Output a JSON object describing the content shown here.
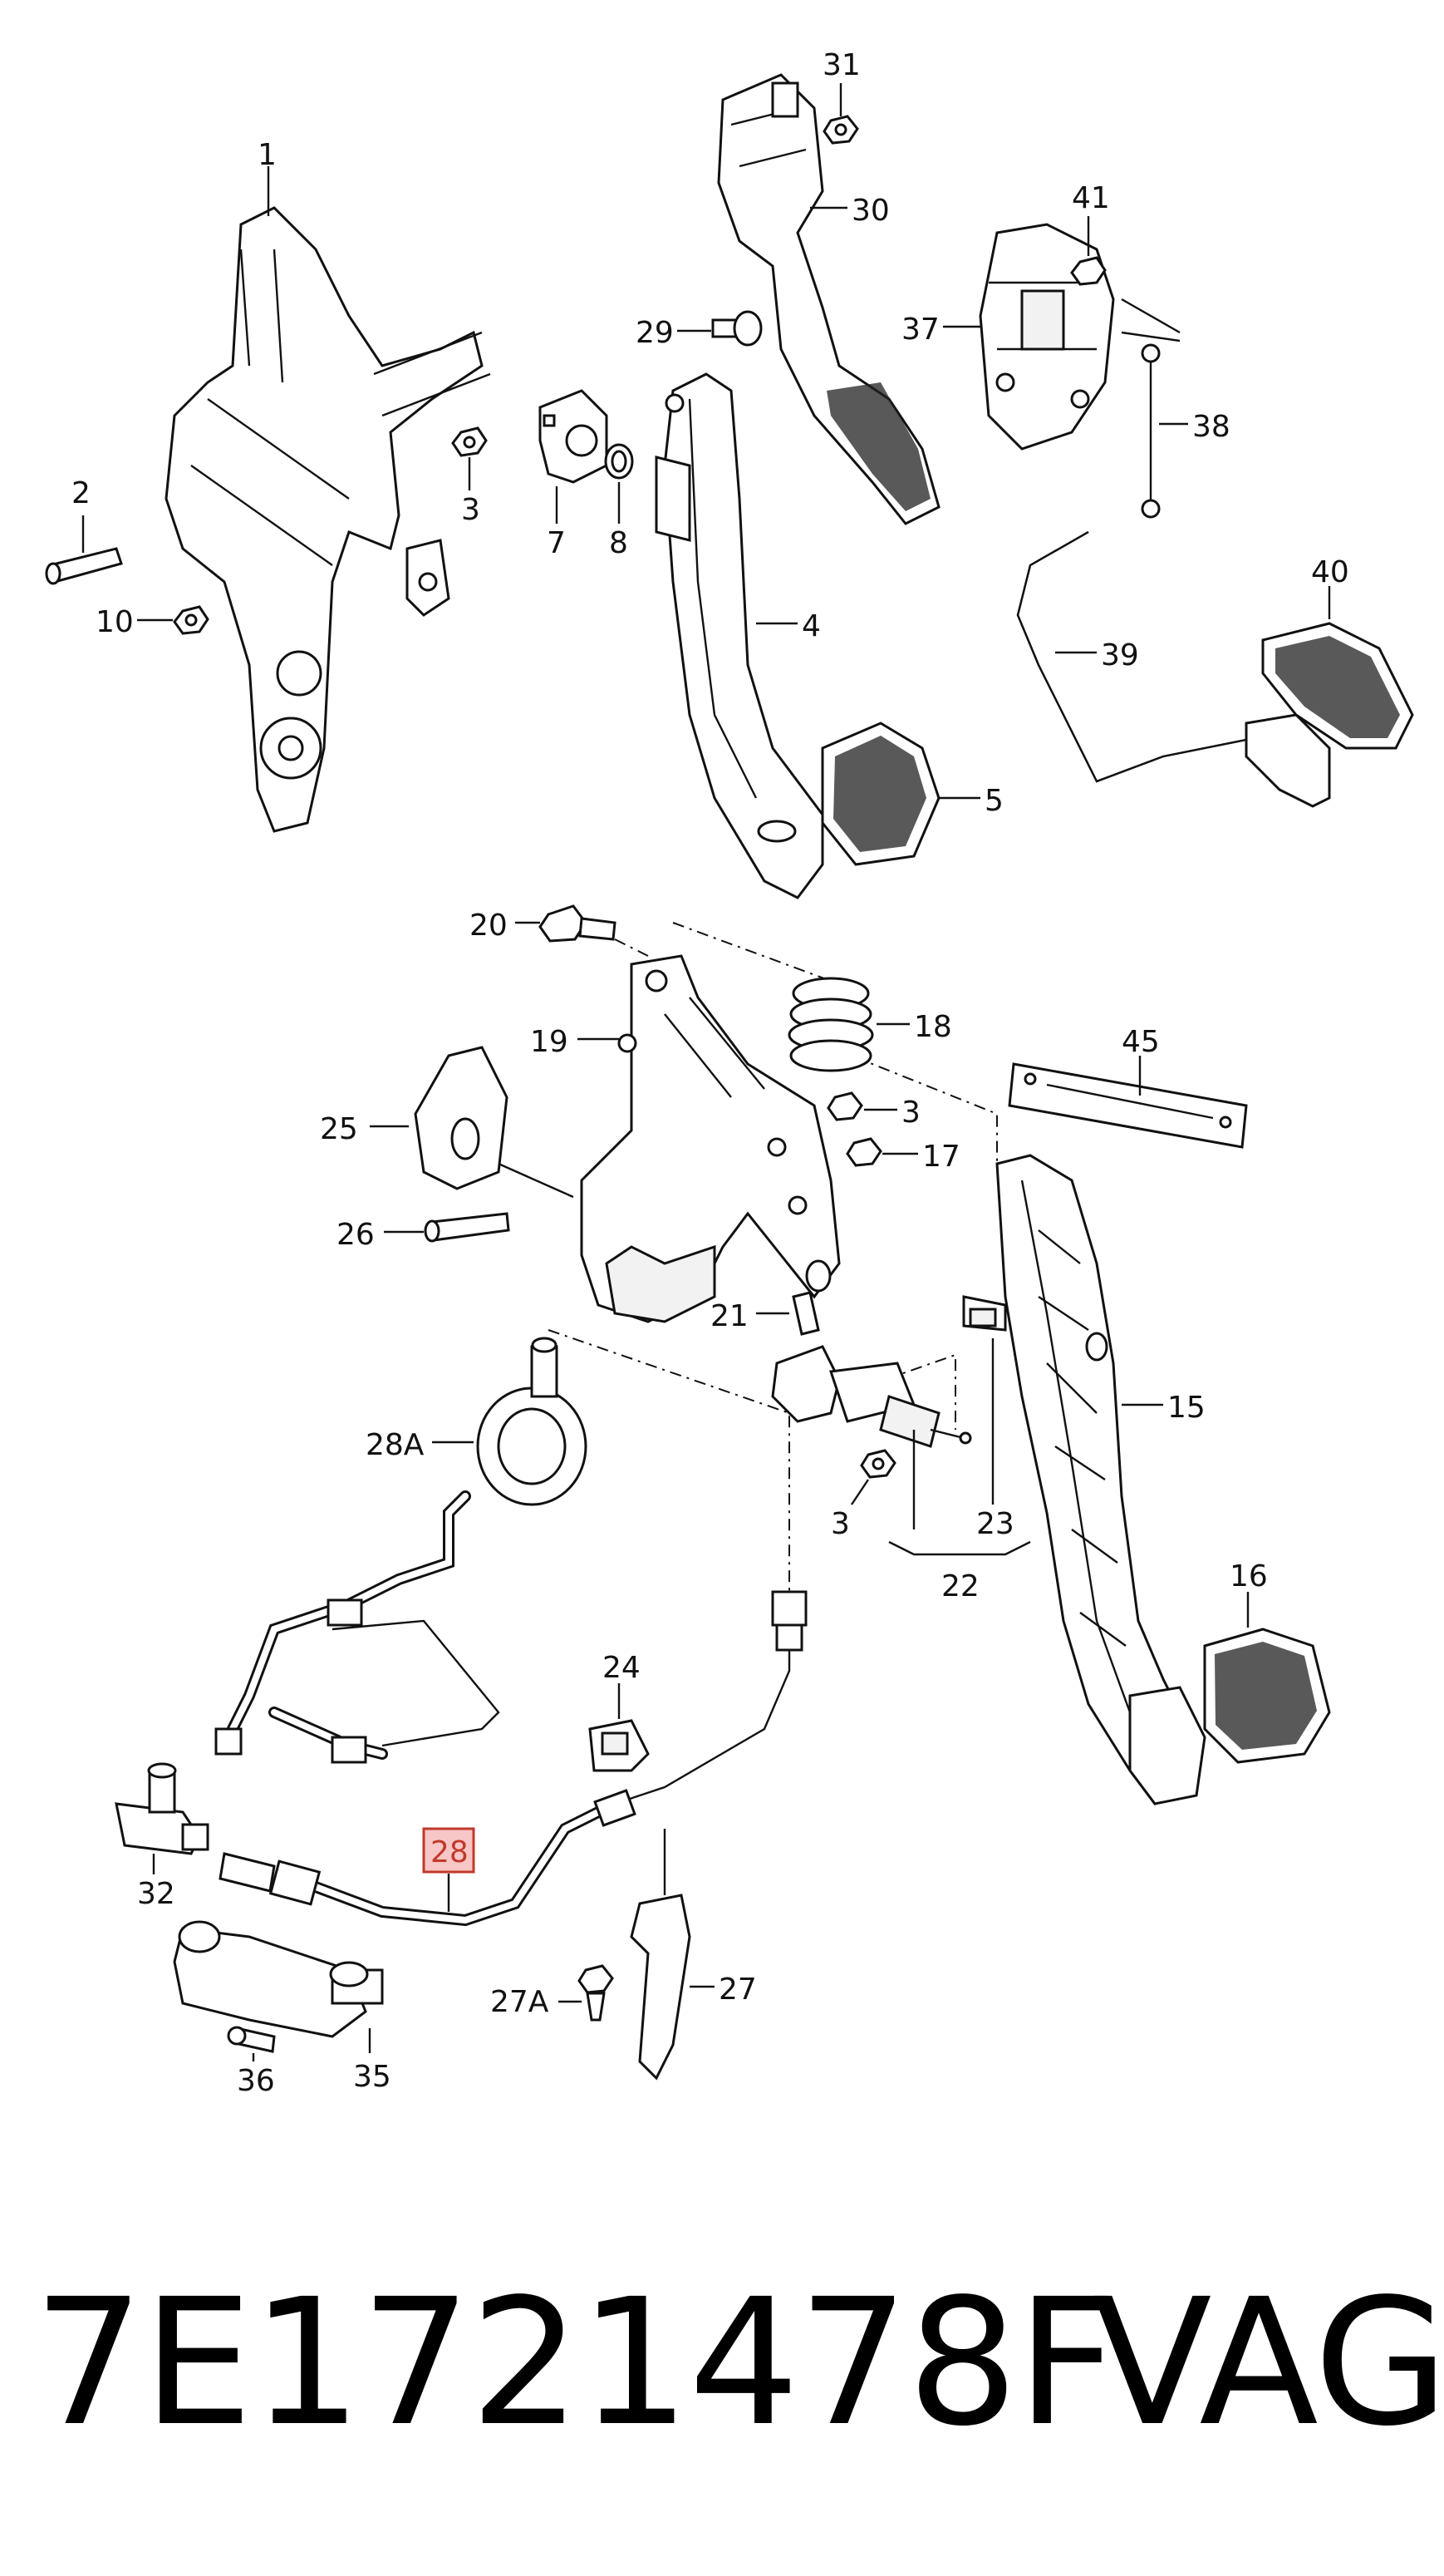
{
  "diagram": {
    "labels": {
      "l1": "1",
      "l2": "2",
      "l3a": "3",
      "l3b": "3",
      "l3c": "3",
      "l4": "4",
      "l5": "5",
      "l7": "7",
      "l8": "8",
      "l10": "10",
      "l15": "15",
      "l16": "16",
      "l17": "17",
      "l18": "18",
      "l19": "19",
      "l20": "20",
      "l21": "21",
      "l22": "22",
      "l23": "23",
      "l24": "24",
      "l25": "25",
      "l26": "26",
      "l27": "27",
      "l27a": "27A",
      "l28": "28",
      "l28a": "28A",
      "l29": "29",
      "l30": "30",
      "l31": "31",
      "l32": "32",
      "l35": "35",
      "l36": "36",
      "l37": "37",
      "l38": "38",
      "l39": "39",
      "l40": "40",
      "l41": "41",
      "l45": "45"
    },
    "highlight": {
      "label": "28",
      "color": "#c0392b",
      "fill": "#f7c6c6"
    }
  },
  "caption": {
    "part_number": "7E1721478F",
    "brand": "VAG"
  }
}
